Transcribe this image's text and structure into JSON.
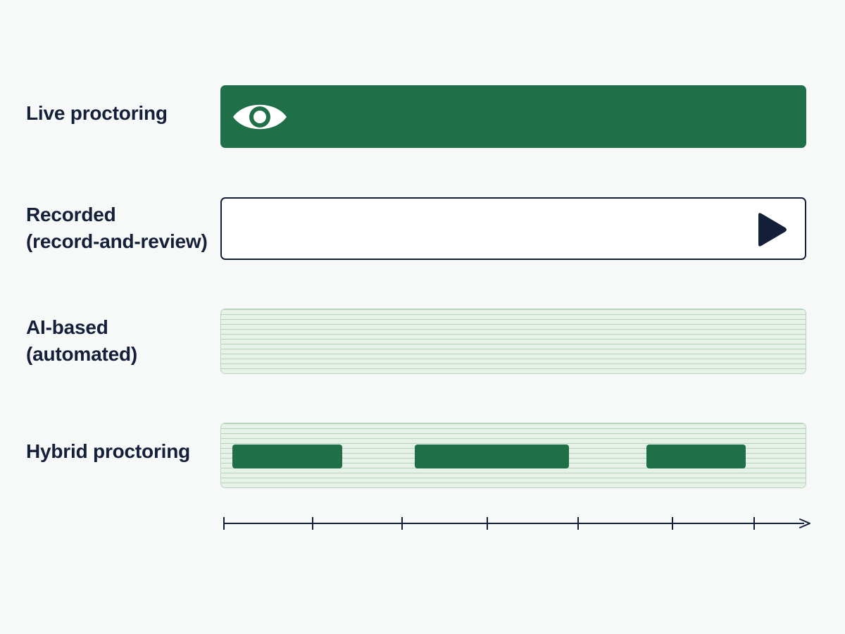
{
  "rows": [
    {
      "id": "live",
      "label_lines": [
        "Live proctoring"
      ],
      "icon": "eye-icon"
    },
    {
      "id": "recorded",
      "label_lines": [
        "Recorded",
        "(record-and-review)"
      ],
      "icon": "play-icon"
    },
    {
      "id": "ai",
      "label_lines": [
        "AI-based",
        "(automated)"
      ]
    },
    {
      "id": "hybrid",
      "label_lines": [
        "Hybrid proctoring"
      ]
    }
  ],
  "colors": {
    "green": "#1f7048",
    "light_green": "#e6f1e7",
    "navy": "#14203a"
  },
  "timeline": {
    "tick_count": 7,
    "arrow": "right"
  }
}
